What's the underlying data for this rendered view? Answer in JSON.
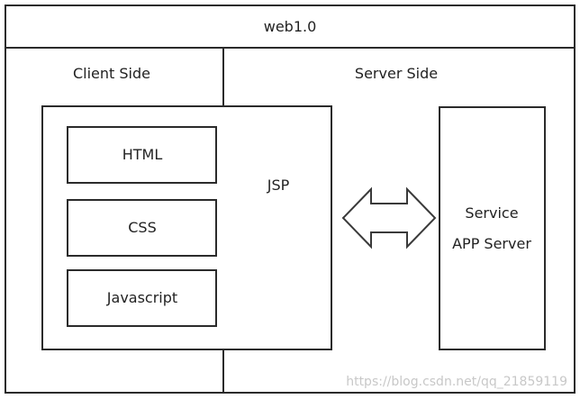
{
  "title": "web1.0",
  "client_side_label": "Client Side",
  "server_side_label": "Server Side",
  "jsp_label": "JSP",
  "client_items": [
    "HTML",
    "CSS",
    "Javascript"
  ],
  "service_box": {
    "line1": "Service",
    "line2": "APP Server"
  },
  "arrow_icon": "double-arrow-icon",
  "watermark": "https://blog.csdn.net/qq_21859119"
}
